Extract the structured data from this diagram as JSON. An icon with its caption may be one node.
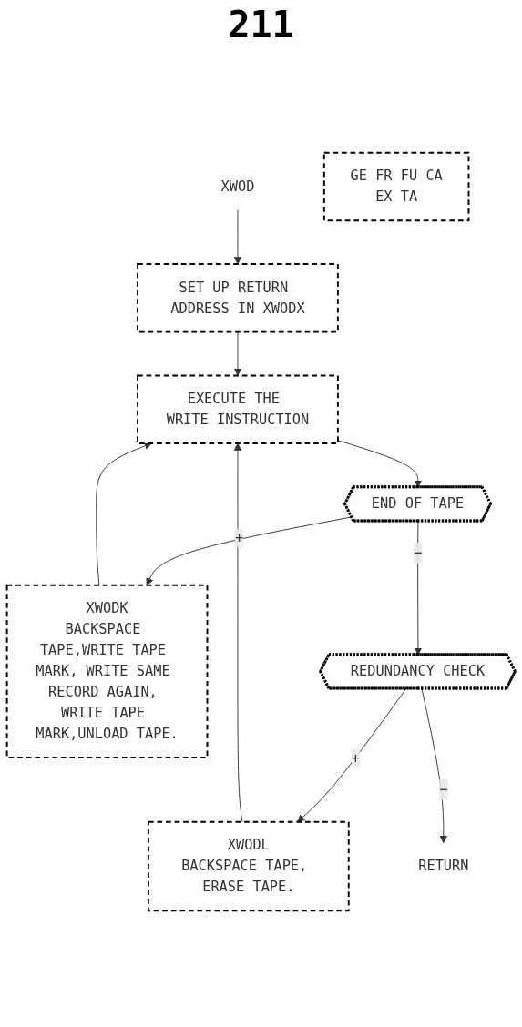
{
  "diagram": {
    "nodes": [
      {
        "text": [
          "XWOD"
        ]
      },
      {
        "text": [
          "SET UP RETURN ADDRESS IN XWODX"
        ]
      },
      {
        "text": [
          "GE FR FU CA",
          "EX TA"
        ]
      },
      {
        "text": [
          "EXECUTE THE WRITE INSTRUCTION"
        ]
      },
      {
        "text": [
          "END OF TAPE"
        ]
      },
      {
        "text": [
          "XWODK",
          "BACKSPACE TAPE,WRITE TAPE MARK, WRITE SAME RECORD AGAIN, WRITE TAPE MARK,UNLOAD TAPE."
        ]
      },
      {
        "text": [
          "REDUNDANCY CHECK"
        ]
      },
      {
        "text": [
          "XWODL",
          "BACKSPACE TAPE, ERASE TAPE."
        ]
      },
      {
        "text": [
          "RETURN"
        ]
      }
    ],
    "edges": [
      {
        "from": 0,
        "to": 1,
        "arrow": "to"
      },
      {
        "from": 1,
        "to": 3,
        "arrow": "to"
      },
      {
        "from": 3,
        "to": 4,
        "arrow": "to"
      },
      {
        "from": 4,
        "to": 5,
        "arrow": "to",
        "label": "+"
      },
      {
        "from": 5,
        "to": 3,
        "arrow": "to"
      },
      {
        "from": 4,
        "to": 6,
        "arrow": "to",
        "label": "−"
      },
      {
        "from": 6,
        "to": 7,
        "arrow": "to",
        "label": "+"
      },
      {
        "from": 7,
        "to": 3,
        "arrow": "to"
      },
      {
        "from": 6,
        "to": 8,
        "arrow": "to",
        "label": "−"
      }
    ],
    "labels": [
      "211"
    ]
  }
}
